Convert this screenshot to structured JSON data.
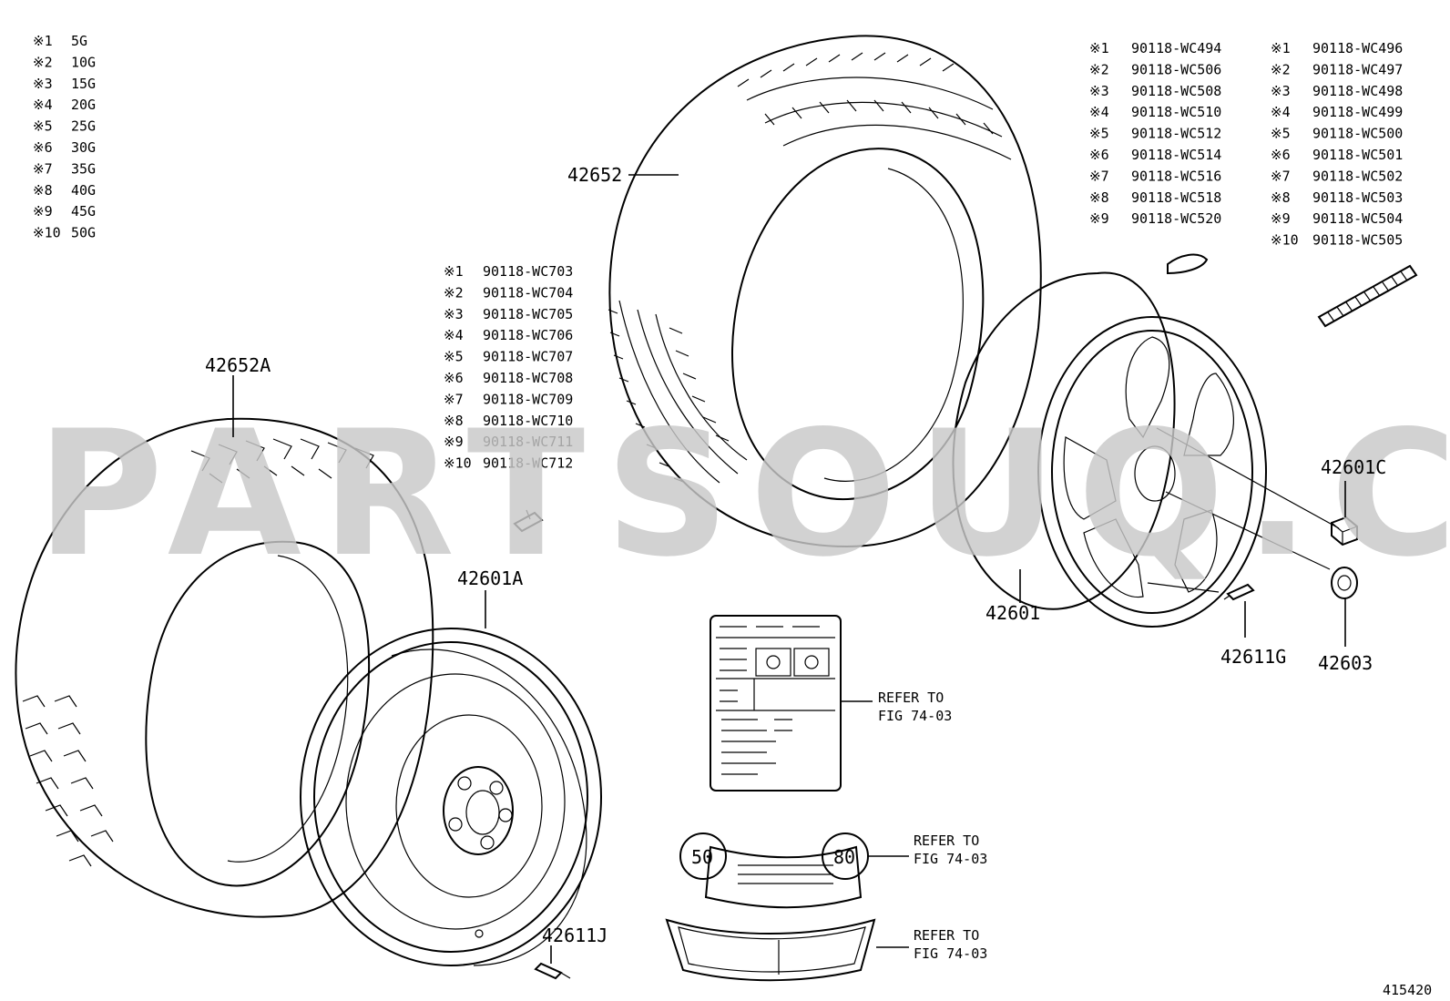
{
  "watermark": "PARTSOUQ.COM",
  "balance_weights_legend": [
    {
      "mark": "※1",
      "value": "5G"
    },
    {
      "mark": "※2",
      "value": "10G"
    },
    {
      "mark": "※3",
      "value": "15G"
    },
    {
      "mark": "※4",
      "value": "20G"
    },
    {
      "mark": "※5",
      "value": "25G"
    },
    {
      "mark": "※6",
      "value": "30G"
    },
    {
      "mark": "※7",
      "value": "35G"
    },
    {
      "mark": "※8",
      "value": "40G"
    },
    {
      "mark": "※9",
      "value": "45G"
    },
    {
      "mark": "※10",
      "value": "50G"
    }
  ],
  "weights_clip_steel": [
    {
      "mark": "※1",
      "value": "90118-WC703"
    },
    {
      "mark": "※2",
      "value": "90118-WC704"
    },
    {
      "mark": "※3",
      "value": "90118-WC705"
    },
    {
      "mark": "※4",
      "value": "90118-WC706"
    },
    {
      "mark": "※5",
      "value": "90118-WC707"
    },
    {
      "mark": "※6",
      "value": "90118-WC708"
    },
    {
      "mark": "※7",
      "value": "90118-WC709"
    },
    {
      "mark": "※8",
      "value": "90118-WC710"
    },
    {
      "mark": "※9",
      "value": "90118-WC711"
    },
    {
      "mark": "※10",
      "value": "90118-WC712"
    }
  ],
  "weights_clip_alloy": [
    {
      "mark": "※1",
      "value": "90118-WC494"
    },
    {
      "mark": "※2",
      "value": "90118-WC506"
    },
    {
      "mark": "※3",
      "value": "90118-WC508"
    },
    {
      "mark": "※4",
      "value": "90118-WC510"
    },
    {
      "mark": "※5",
      "value": "90118-WC512"
    },
    {
      "mark": "※6",
      "value": "90118-WC514"
    },
    {
      "mark": "※7",
      "value": "90118-WC516"
    },
    {
      "mark": "※8",
      "value": "90118-WC518"
    },
    {
      "mark": "※9",
      "value": "90118-WC520"
    }
  ],
  "weights_adhesive": [
    {
      "mark": "※1",
      "value": "90118-WC496"
    },
    {
      "mark": "※2",
      "value": "90118-WC497"
    },
    {
      "mark": "※3",
      "value": "90118-WC498"
    },
    {
      "mark": "※4",
      "value": "90118-WC499"
    },
    {
      "mark": "※5",
      "value": "90118-WC500"
    },
    {
      "mark": "※6",
      "value": "90118-WC501"
    },
    {
      "mark": "※7",
      "value": "90118-WC502"
    },
    {
      "mark": "※8",
      "value": "90118-WC503"
    },
    {
      "mark": "※9",
      "value": "90118-WC504"
    },
    {
      "mark": "※10",
      "value": "90118-WC505"
    }
  ],
  "part_labels": {
    "tire_main": "42652",
    "tire_spare": "42652A",
    "wheel_spare": "42601A",
    "wheel_alloy": "42601",
    "nut": "42601C",
    "cap": "42603",
    "valve_alloy": "42611G",
    "valve_spare": "42611J"
  },
  "references": {
    "line1": "REFER TO",
    "line2": "FIG 74-03"
  },
  "label_digits": {
    "left": "50",
    "right": "80"
  },
  "figure_number": "415420"
}
